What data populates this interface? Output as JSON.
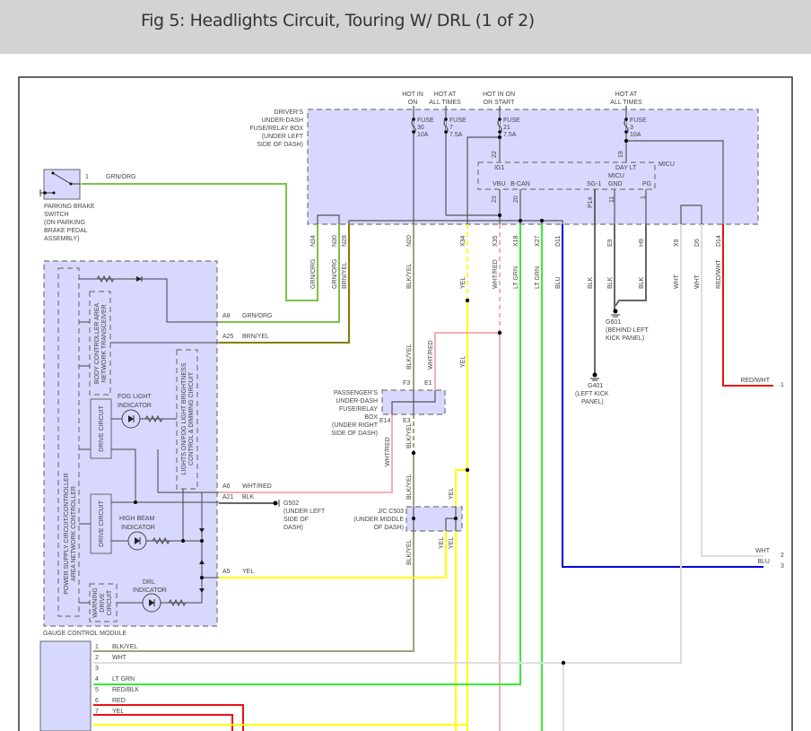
{
  "header": {
    "title": "Fig 5: Headlights Circuit, Touring W/ DRL (1 of 2)"
  },
  "colors": {
    "grn_org": "#7cc242",
    "brn_yel": "#8a7a00",
    "blk_yel": "#a0a080",
    "yel": "#ffff00",
    "wht_red": "#f4b0b0",
    "lt_grn": "#33ee33",
    "blu": "#0000dd",
    "blk": "#666666",
    "wht": "#dddddd",
    "red_wht": "#ee1111",
    "red": "#ee1111",
    "module_fill": "#d8d8ff",
    "header_bg": "#d3d3d3"
  },
  "power_labels": {
    "hot_on": [
      "HOT IN",
      "ON"
    ],
    "hot_all_1": [
      "HOT AT",
      "ALL TIMES"
    ],
    "hot_on_start": [
      "HOT IN ON",
      "OR START"
    ],
    "hot_all_2": [
      "HOT AT",
      "ALL TIMES"
    ]
  },
  "fuses": [
    {
      "label": "FUSE",
      "num": "30",
      "rating": "10A"
    },
    {
      "label": "FUSE",
      "num": "7",
      "rating": "7.5A"
    },
    {
      "label": "FUSE",
      "num": "21",
      "rating": "7.5A"
    },
    {
      "label": "FUSE",
      "num": "3",
      "rating": "10A"
    }
  ],
  "driver_box": {
    "lines": [
      "DRIVER'S",
      "UNDER-DASH",
      "FUSE/RELAY BOX",
      "(UNDER LEFT",
      "SIDE OF DASH)"
    ]
  },
  "micu": {
    "outer_label": "MICU",
    "inner_label": "MICU",
    "pins": {
      "ig1": "IG1",
      "day_lt": "DAY LT",
      "vbu": "VBU",
      "bcan": "B-CAN",
      "sg1": "SG-1",
      "gnd": "GND",
      "pg": "PG"
    },
    "wire_nums": {
      "ig1": "22",
      "day_lt": "19",
      "vbu": "23",
      "bcan": "20",
      "sg1": "P14",
      "gnd": "11",
      "pg": "1"
    }
  },
  "box_connectors": [
    {
      "pin": "N34",
      "wire": "GRN/ORG"
    },
    {
      "pin": "N30",
      "wire": "GRN/ORG"
    },
    {
      "pin": "N28",
      "wire": "BRN/YEL"
    },
    {
      "pin": "N20",
      "wire": "BLK/YEL"
    },
    {
      "pin": "X34",
      "wire": "YEL"
    },
    {
      "pin": "X35",
      "wire": "WHT/RED"
    },
    {
      "pin": "X18",
      "wire": "LT GRN"
    },
    {
      "pin": "X27",
      "wire": "LT GRN"
    },
    {
      "pin": "D11",
      "wire": "BLU"
    },
    {
      "pin": "",
      "wire": "BLK"
    },
    {
      "pin": "E9",
      "wire": "BLK"
    },
    {
      "pin": "H9",
      "wire": "BLK"
    },
    {
      "pin": "X9",
      "wire": "WHT"
    },
    {
      "pin": "D5",
      "wire": "WHT"
    },
    {
      "pin": "D14",
      "wire": "RED/WHT"
    }
  ],
  "parking_brake": {
    "pin": "1",
    "wire": "GRN/ORG",
    "lines": [
      "PARKING BRAKE",
      "SWITCH",
      "(ON PARKING",
      "BRAKE PEDAL",
      "ASSEMBLY)"
    ]
  },
  "gauge_module": {
    "label": "GAUGE CONTROL MODULE",
    "power_supply": [
      "POWER SUPPLY CIRCUIT/CONTROLLER",
      "AREA NETWORK CONTROLLER"
    ],
    "bcan_transceiver": [
      "BODY CONTROLLER AREA",
      "NETWORK TRANSCEIVER"
    ],
    "drive_circuit": "DRIVE CIRCUIT",
    "dimming": [
      "LIGHTS ON/FOG LIGHT BRIGHTNESS",
      "CONTROL & DIMMING CIRCUIT"
    ],
    "warning": [
      "WARNING",
      "DRIVE",
      "CIRCUIT"
    ],
    "fog_indicator": [
      "FOG LIGHT",
      "INDICATOR"
    ],
    "high_beam_indicator": [
      "HIGH BEAM",
      "INDICATOR"
    ],
    "drl_indicator": [
      "DRL",
      "INDICATOR"
    ],
    "pins": [
      {
        "pin": "A8",
        "wire": "GRN/ORG"
      },
      {
        "pin": "A25",
        "wire": "BRN/YEL"
      },
      {
        "pin": "A6",
        "wire": "WHT/RED"
      },
      {
        "pin": "A21",
        "wire": "BLK"
      },
      {
        "pin": "A5",
        "wire": "YEL"
      }
    ]
  },
  "grounds": {
    "g502": [
      "G502",
      "(UNDER LEFT",
      "SIDE OF",
      "DASH)"
    ],
    "g601": [
      "G601",
      "(BEHIND LEFT",
      "KICK PANEL)"
    ],
    "g401": [
      "G401",
      "(LEFT KICK",
      "PANEL)"
    ]
  },
  "passenger_box": {
    "lines": [
      "PASSENGER'S",
      "UNDER-DASH",
      "FUSE/RELAY",
      "BOX",
      "(UNDER RIGHT",
      "SIDE OF DASH)"
    ],
    "pins": {
      "f3": "F3",
      "e1": "E1",
      "e14": "E14",
      "e3": "E3"
    },
    "wires": {
      "f3": "BLK/YEL",
      "e1": "WHT/RED",
      "e14": "WHT/RED",
      "e3": "BLK/YEL",
      "yel": "YEL"
    }
  },
  "jc_c503": {
    "lines": [
      "J/C C503",
      "(UNDER MIDDLE",
      "OF DASH)"
    ],
    "wires": {
      "top_left": "BLK/YEL",
      "top_right": "YEL",
      "bot_left": "BLK/YEL",
      "bot_mid": "YEL",
      "bot_right": "YEL"
    }
  },
  "right_outputs": [
    {
      "pin": "1",
      "wire": "RED/WHT"
    },
    {
      "pin": "2",
      "wire": "WHT"
    },
    {
      "pin": "3",
      "wire": "BLU"
    }
  ],
  "bottom_connector": [
    {
      "pin": "1",
      "wire": "BLK/YEL"
    },
    {
      "pin": "2",
      "wire": "WHT"
    },
    {
      "pin": "3",
      "wire": ""
    },
    {
      "pin": "4",
      "wire": "LT GRN"
    },
    {
      "pin": "5",
      "wire": "RED/BLK"
    },
    {
      "pin": "6",
      "wire": "RED"
    },
    {
      "pin": "7",
      "wire": "YEL"
    }
  ]
}
